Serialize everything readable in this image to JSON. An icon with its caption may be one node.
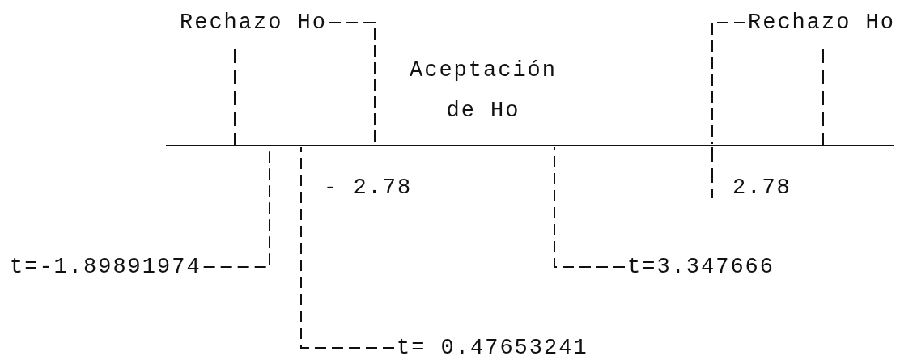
{
  "diagram": {
    "nodes": [
      {
        "text": [
          "Rechazo Ho"
        ]
      },
      {
        "text": [
          "Rechazo Ho"
        ]
      },
      {
        "text": [
          "t=-1.89891974"
        ]
      },
      {
        "text": [
          "t=3.347666"
        ]
      },
      {
        "text": [
          "t= 0.47653241"
        ]
      }
    ],
    "edges": [
      {
        "from": 0,
        "to": null,
        "arrow": "none",
        "style": "dashed"
      },
      {
        "from": 1,
        "to": null,
        "arrow": "none",
        "style": "dashed"
      },
      {
        "from": 2,
        "to": null,
        "arrow": "none",
        "style": "dashed"
      },
      {
        "from": 4,
        "to": null,
        "arrow": "none",
        "style": "dashed"
      },
      {
        "from": 3,
        "to": null,
        "arrow": "none",
        "style": "dashed"
      }
    ],
    "labels": [
      "Aceptación de Ho",
      "- 2.78",
      "2.78"
    ]
  }
}
